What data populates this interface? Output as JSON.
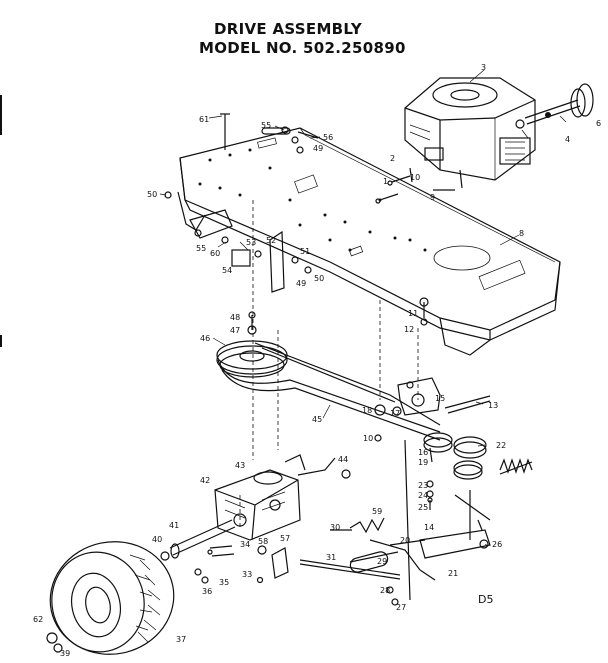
{
  "header": {
    "title_line1": "DRIVE ASSEMBLY",
    "title_line2": "MODEL NO. 502.250890"
  },
  "sheet_code": "D5",
  "callouts": [
    {
      "id": "c1",
      "label": "1"
    },
    {
      "id": "c2",
      "label": "2"
    },
    {
      "id": "c3",
      "label": "3"
    },
    {
      "id": "c4",
      "label": "4"
    },
    {
      "id": "c6",
      "label": "6"
    },
    {
      "id": "c8",
      "label": "8"
    },
    {
      "id": "c9",
      "label": "9"
    },
    {
      "id": "c10a",
      "label": "10"
    },
    {
      "id": "c10b",
      "label": "10"
    },
    {
      "id": "c11",
      "label": "11"
    },
    {
      "id": "c12",
      "label": "12"
    },
    {
      "id": "c13",
      "label": "13"
    },
    {
      "id": "c14",
      "label": "14"
    },
    {
      "id": "c15",
      "label": "15"
    },
    {
      "id": "c16",
      "label": "16"
    },
    {
      "id": "c17",
      "label": "17"
    },
    {
      "id": "c18",
      "label": "18"
    },
    {
      "id": "c19",
      "label": "19"
    },
    {
      "id": "c20",
      "label": "20"
    },
    {
      "id": "c21",
      "label": "21"
    },
    {
      "id": "c22",
      "label": "22"
    },
    {
      "id": "c23",
      "label": "23"
    },
    {
      "id": "c24",
      "label": "24"
    },
    {
      "id": "c25",
      "label": "25"
    },
    {
      "id": "c26",
      "label": "26"
    },
    {
      "id": "c27",
      "label": "27"
    },
    {
      "id": "c28",
      "label": "28"
    },
    {
      "id": "c29",
      "label": "29"
    },
    {
      "id": "c30",
      "label": "30"
    },
    {
      "id": "c31",
      "label": "31"
    },
    {
      "id": "c33",
      "label": "33"
    },
    {
      "id": "c34",
      "label": "34"
    },
    {
      "id": "c35",
      "label": "35"
    },
    {
      "id": "c36",
      "label": "36"
    },
    {
      "id": "c37",
      "label": "37"
    },
    {
      "id": "c39",
      "label": "39"
    },
    {
      "id": "c40",
      "label": "40"
    },
    {
      "id": "c41",
      "label": "41"
    },
    {
      "id": "c42",
      "label": "42"
    },
    {
      "id": "c43",
      "label": "43"
    },
    {
      "id": "c44",
      "label": "44"
    },
    {
      "id": "c45",
      "label": "45"
    },
    {
      "id": "c46",
      "label": "46"
    },
    {
      "id": "c47",
      "label": "47"
    },
    {
      "id": "c48",
      "label": "48"
    },
    {
      "id": "c49a",
      "label": "49"
    },
    {
      "id": "c49b",
      "label": "49"
    },
    {
      "id": "c50a",
      "label": "50"
    },
    {
      "id": "c50b",
      "label": "50"
    },
    {
      "id": "c51",
      "label": "51"
    },
    {
      "id": "c52",
      "label": "52"
    },
    {
      "id": "c53",
      "label": "53"
    },
    {
      "id": "c54",
      "label": "54"
    },
    {
      "id": "c55a",
      "label": "55"
    },
    {
      "id": "c55b",
      "label": "55"
    },
    {
      "id": "c56",
      "label": "56"
    },
    {
      "id": "c57",
      "label": "57"
    },
    {
      "id": "c58",
      "label": "58"
    },
    {
      "id": "c59",
      "label": "59"
    },
    {
      "id": "c60",
      "label": "60"
    },
    {
      "id": "c61",
      "label": "61"
    },
    {
      "id": "c62",
      "label": "62"
    }
  ]
}
